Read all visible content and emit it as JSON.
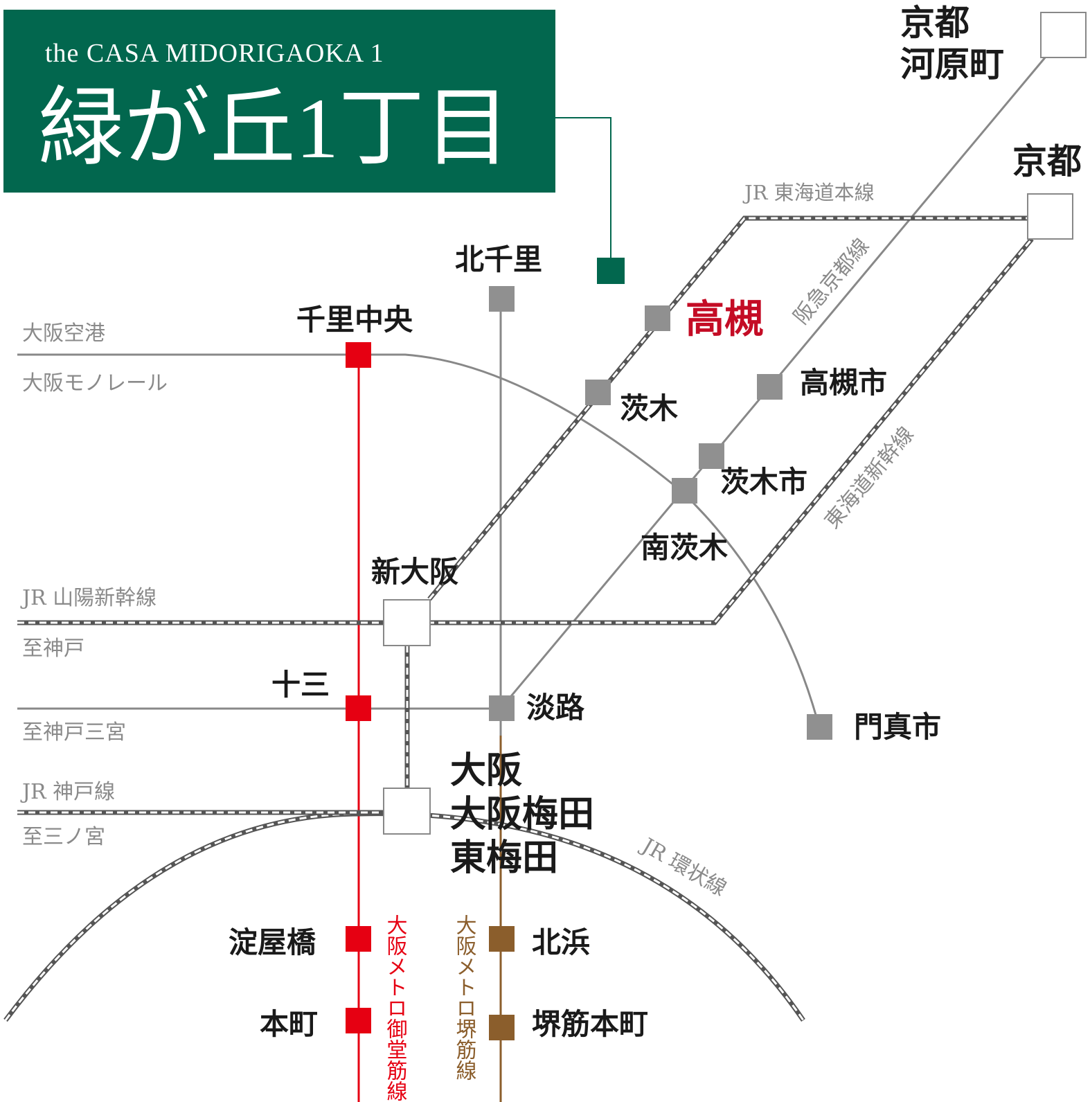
{
  "colors": {
    "brand_green": "#02674e",
    "midosuji_red": "#e60012",
    "sakaisuji_brown": "#8b5e2c",
    "line_gray": "#888888",
    "station_gray": "#909090",
    "highlight_red": "#c40c25"
  },
  "title": {
    "en": "the CASA MIDORIGAOKA 1",
    "ja": "緑が丘1丁目"
  },
  "lines": {
    "jr_tokaido": "JR 東海道本線",
    "hankyu_kyoto": "阪急京都線",
    "tokaido_shinkansen": "東海道新幹線",
    "osaka_airport": "大阪空港",
    "osaka_monorail": "大阪モノレール",
    "jr_sanyo_shinkansen": "JR 山陽新幹線",
    "to_kobe": "至神戸",
    "to_kobe_sannomiya": "至神戸三宮",
    "jr_kobe": "JR 神戸線",
    "to_sannomiya": "至三ノ宮",
    "jr_loop": "JR 環状線",
    "midosuji": "大阪メトロ御堂筋線",
    "sakaisuji": "大阪メトロ堺筋線"
  },
  "stations": {
    "kyoto_kawaramachi_1": "京都",
    "kyoto_kawaramachi_2": "河原町",
    "kyoto": "京都",
    "kitasenri": "北千里",
    "takatsuki": "高槻",
    "senri_chuo": "千里中央",
    "takatsukishi": "高槻市",
    "ibaraki": "茨木",
    "ibarakishi": "茨木市",
    "minami_ibaraki": "南茨木",
    "shin_osaka": "新大阪",
    "juso": "十三",
    "awaji": "淡路",
    "kadomashi": "門真市",
    "osaka_1": "大阪",
    "osaka_2": "大阪梅田",
    "osaka_3": "東梅田",
    "yodoyabashi": "淀屋橋",
    "kitahama": "北浜",
    "honmachi": "本町",
    "sakaisuji_honmachi": "堺筋本町"
  }
}
